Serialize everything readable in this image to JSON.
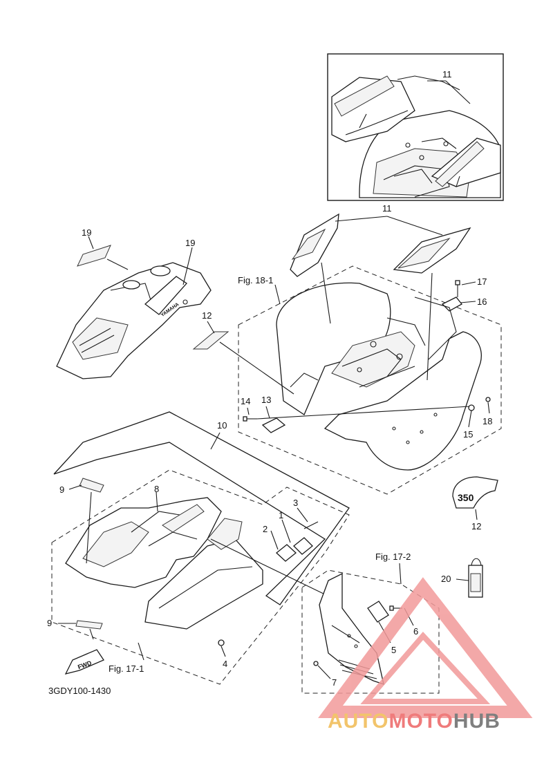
{
  "callouts": {
    "c1": "1",
    "c2": "2",
    "c3": "3",
    "c4": "4",
    "c5": "5",
    "c6": "6",
    "c7": "7",
    "c8": "8",
    "c9a": "9",
    "c9b": "9",
    "c10": "10",
    "c11a": "11",
    "c11b": "11",
    "c12a": "12",
    "c12b": "12",
    "c13": "13",
    "c14": "14",
    "c15": "15",
    "c16": "16",
    "c17": "17",
    "c18": "18",
    "c19a": "19",
    "c19b": "19",
    "c20": "20"
  },
  "figures": {
    "fig18_1": "Fig. 18-1",
    "fig17_1": "Fig. 17-1",
    "fig17_2": "Fig. 17-2"
  },
  "diagram_code": "3GDY100-1430",
  "decals": {
    "fwd": "FWD",
    "yamaha": "YAMAHA",
    "model": "350"
  },
  "watermark": {
    "part1": "AUTO",
    "part2": "MOTO",
    "part3": "HUB",
    "colors": {
      "auto": "#f2c46b",
      "moto": "#ef7b7b",
      "hub": "#7f7f7f",
      "triangle": "#f29a9a"
    }
  }
}
